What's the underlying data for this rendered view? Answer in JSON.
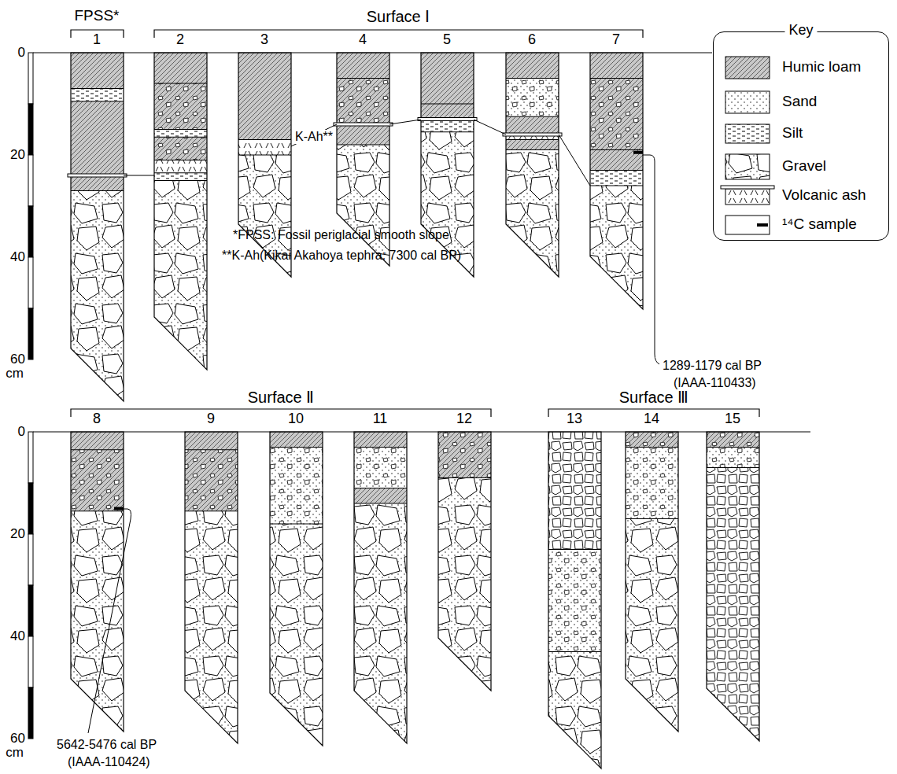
{
  "diagram": {
    "nodes": [
      {
        "text": [
          "Key"
        ]
      }
    ],
    "labels": [
      "FPSS*",
      "Surface Ⅰ",
      "1",
      "2",
      "3",
      "4",
      "5",
      "6",
      "7",
      "0",
      "20",
      "40",
      "60",
      "cm",
      "K-Ah**",
      "*FPSS: Fossil periglacial smooth slope",
      "**K-Ah(Kikai Akahoya tephra: 7300 cal BP)",
      "1289-1179 cal BP",
      "(IAAA-110433)",
      "Surface Ⅱ",
      "8",
      "9",
      "10",
      "11",
      "12",
      "13",
      "14",
      "15",
      "0",
      "20",
      "40",
      "60",
      "cm",
      "5642-5476 cal BP",
      "(IAAA-110424)",
      "Surface Ⅲ"
    ],
    "legend": [
      {
        "text": "Humic loam"
      },
      {
        "text": "Sand"
      },
      {
        "text": "Silt"
      },
      {
        "text": "Gravel"
      },
      {
        "text": "Volcanic ash"
      },
      {
        "text": "¹⁴C sample"
      }
    ]
  }
}
